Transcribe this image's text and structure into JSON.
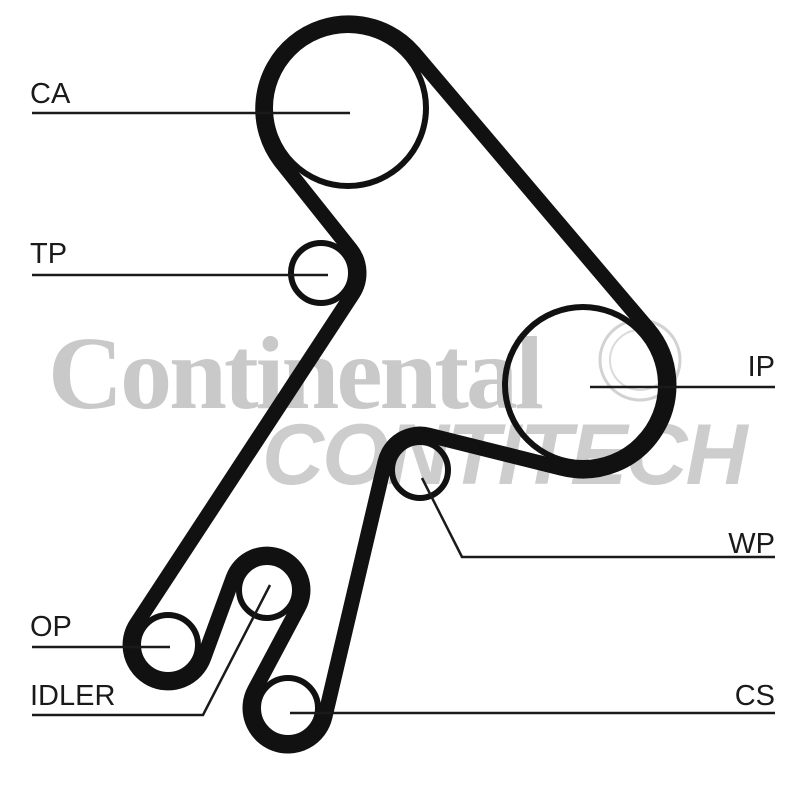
{
  "watermark": {
    "brand": "Continental",
    "sub": "CONTITECH",
    "color": "#c9c9c9"
  },
  "labels": {
    "ca": "CA",
    "tp": "TP",
    "ip": "IP",
    "wp": "WP",
    "op": "OP",
    "idler": "IDLER",
    "cs": "CS"
  },
  "colors": {
    "belt": "#111111",
    "line": "#1a1a1a"
  }
}
